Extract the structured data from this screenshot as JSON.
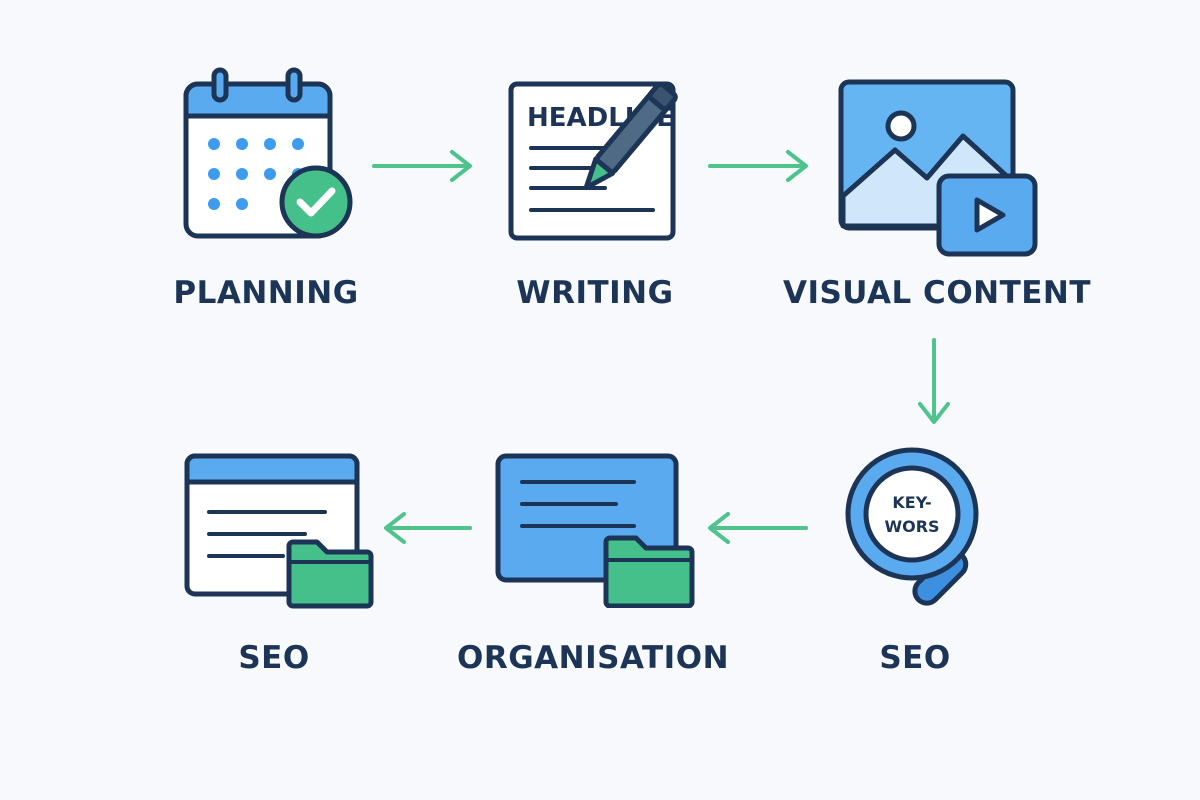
{
  "steps": [
    {
      "label": "PLANNING",
      "icon": "calendar-check-icon"
    },
    {
      "label": "WRITING",
      "icon": "document-pen-icon",
      "icon_text": "HEADLINE"
    },
    {
      "label": "VISUAL CONTENT",
      "icon": "image-video-icon"
    },
    {
      "label": "SEO",
      "icon": "magnifier-keywords-icon",
      "icon_text_line1": "KEY-",
      "icon_text_line2": "WORS"
    },
    {
      "label": "ORGANISATION",
      "icon": "document-folder-icon"
    },
    {
      "label": "SEO",
      "icon": "browser-folder-icon"
    }
  ],
  "colors": {
    "outline": "#1c3557",
    "blue": "#5aaaf0",
    "blue_dark": "#3d8fe0",
    "blue_light": "#cfe6fb",
    "green": "#46c08a",
    "arrow_green": "#4ec38b",
    "background": "#f7f9fc"
  }
}
